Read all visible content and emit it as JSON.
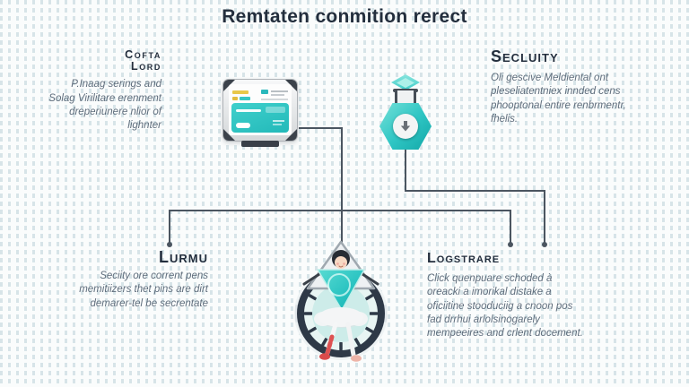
{
  "title": "Remtaten conmition rerect",
  "palette": {
    "accent_teal": "#2fc6c4",
    "line": "#4b5560",
    "heading": "#232e3d",
    "body_text": "#5f6d7c",
    "clock_ring": "#2e3947",
    "yellow": "#e8c84a"
  },
  "sections": {
    "cofta": {
      "heading_line1": "Cofta",
      "heading_line2": "Lord",
      "lines": [
        "P.Inaag serings and",
        "Solag Virilitare erenment",
        "dreperiunere nlior of",
        "lighnter"
      ]
    },
    "secluity": {
      "heading": "Secluity",
      "lines": [
        "Oli gescive Meldiental ont",
        "pleseliatentniex innded cens",
        "phooptonal entire renbrmentr,",
        "fhelis."
      ]
    },
    "lurmu": {
      "heading": "Lurmu",
      "lines": [
        "Seciity ore corrent pens",
        "memitiizers thet pins are dirt",
        "demarer-tel be secrentate"
      ]
    },
    "logstrare": {
      "heading": "Logstrare",
      "lines": [
        "Click quenpuare schoded à",
        "oreacki a imorikal distake a",
        "oficiitine stooduciig a cnoon pos",
        "fad drrhui arlolsinogarely",
        "mempeeires and crlent docement."
      ]
    }
  },
  "icons": {
    "monitor": "monitor-dashboard-icon",
    "hexagon": "download-hexagon-icon",
    "clock": "clock-person-icon"
  }
}
